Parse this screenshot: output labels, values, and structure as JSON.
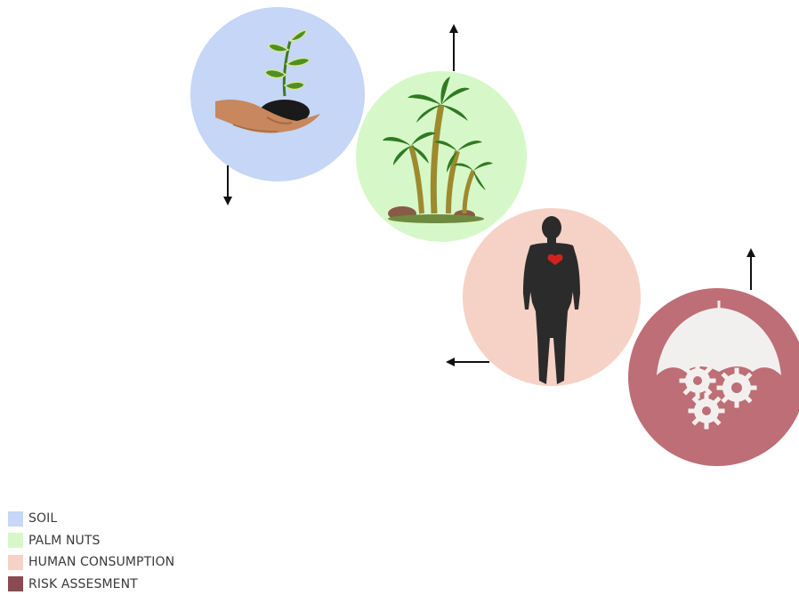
{
  "colors": {
    "soil": "#c5d6f6",
    "palm_nuts": "#d6f8c8",
    "human_consumption": "#f6d2c6",
    "risk_assessment": "#be6e76",
    "arrow": "#111111"
  },
  "stages": [
    {
      "id": "soil",
      "icon": "hand-with-sprout-icon",
      "arrow": "down"
    },
    {
      "id": "palm-nuts",
      "icon": "palm-trees-icon",
      "arrow": "up"
    },
    {
      "id": "human-consumption",
      "icon": "human-body-icon",
      "arrow": "left"
    },
    {
      "id": "risk-assessment",
      "icon": "umbrella-gears-icon",
      "arrow": "up"
    }
  ],
  "legend": {
    "items": [
      {
        "label": "SOIL",
        "color": "#c5d6f6"
      },
      {
        "label": "PALM NUTS",
        "color": "#d6f8c8"
      },
      {
        "label": "HUMAN CONSUMPTION",
        "color": "#f6d2c6"
      },
      {
        "label": "RISK ASSESMENT",
        "color": "#8a4a52"
      }
    ]
  }
}
